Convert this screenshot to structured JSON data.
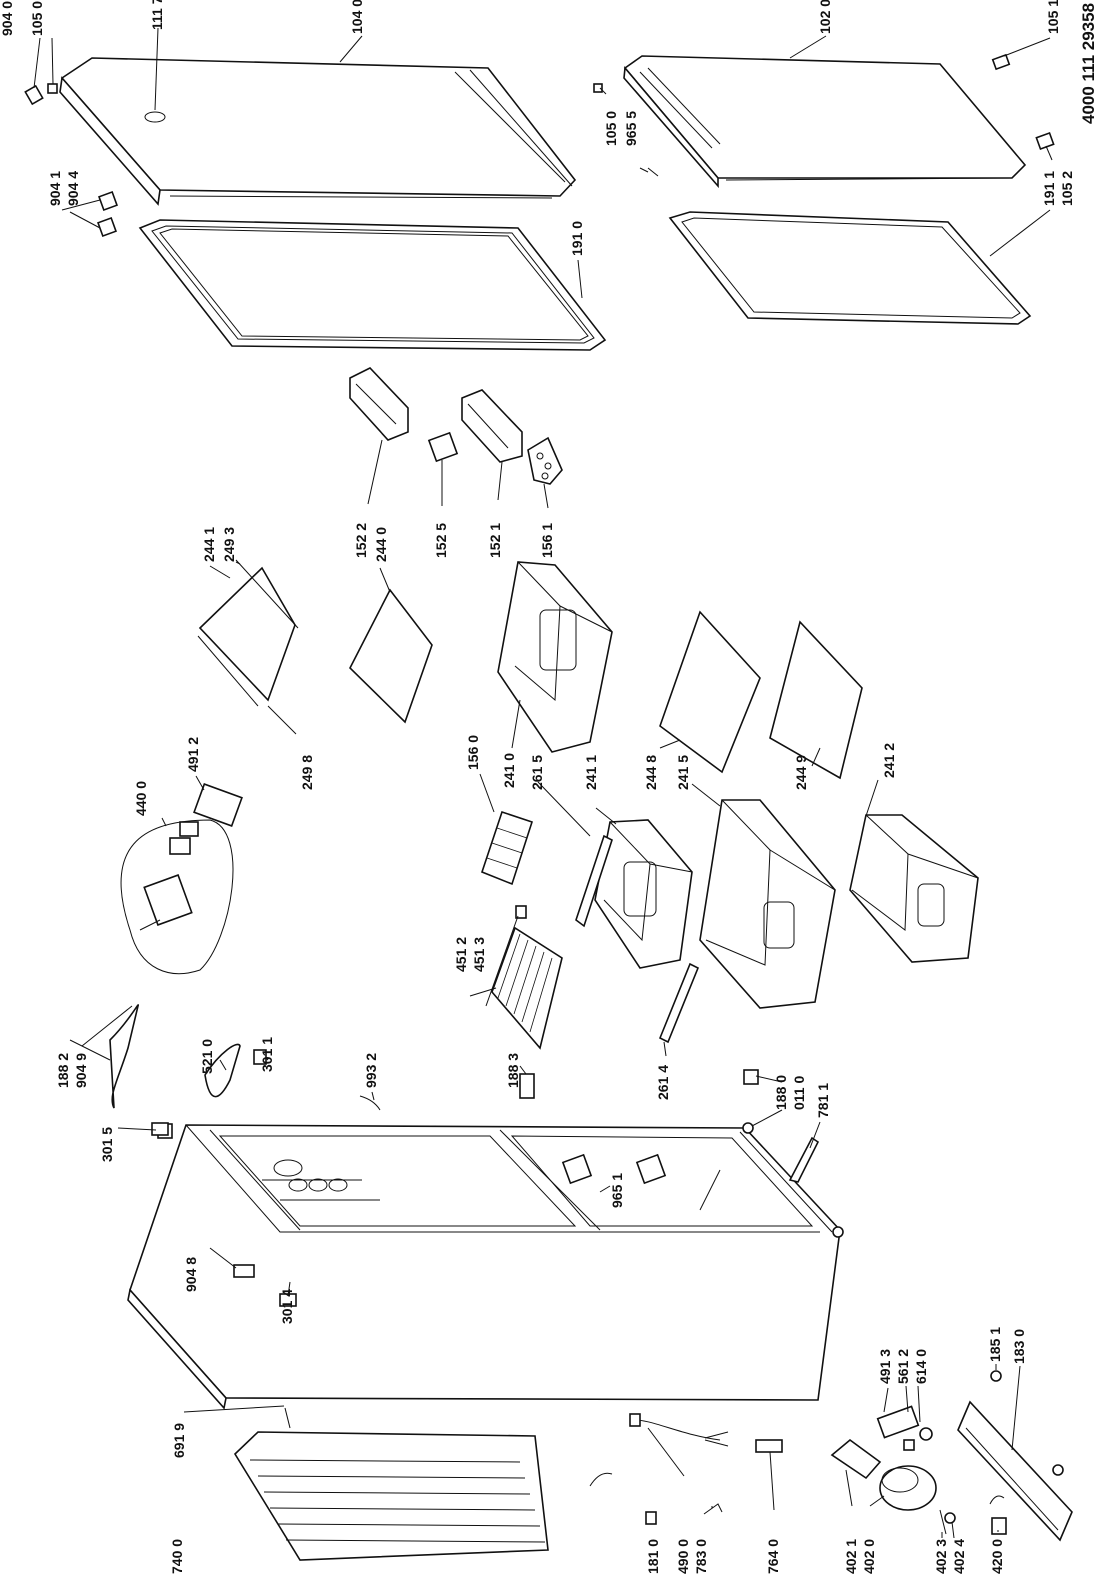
{
  "document_number": "4000 111 29358",
  "labels": [
    {
      "id": "p9040",
      "text": "904 0"
    },
    {
      "id": "p1050a",
      "text": "105 0"
    },
    {
      "id": "p1117",
      "text": "111 7"
    },
    {
      "id": "p1040",
      "text": "104 0"
    },
    {
      "id": "p1020",
      "text": "102 0"
    },
    {
      "id": "p1051",
      "text": "105 1"
    },
    {
      "id": "p1050b",
      "text": "105 0"
    },
    {
      "id": "p9655",
      "text": "965 5"
    },
    {
      "id": "p1911",
      "text": "191 1"
    },
    {
      "id": "p1052",
      "text": "105 2"
    },
    {
      "id": "p9041",
      "text": "904 1"
    },
    {
      "id": "p9044",
      "text": "904 4"
    },
    {
      "id": "p1910",
      "text": "191 0"
    },
    {
      "id": "p1522",
      "text": "152 2"
    },
    {
      "id": "p1525",
      "text": "152 5"
    },
    {
      "id": "p1521",
      "text": "152 1"
    },
    {
      "id": "p1561",
      "text": "156 1"
    },
    {
      "id": "p2441",
      "text": "244 1"
    },
    {
      "id": "p2493",
      "text": "249 3"
    },
    {
      "id": "p2440",
      "text": "244 0"
    },
    {
      "id": "p2498",
      "text": "249 8"
    },
    {
      "id": "p4400",
      "text": "440 0"
    },
    {
      "id": "p4912",
      "text": "491 2"
    },
    {
      "id": "p1560",
      "text": "156 0"
    },
    {
      "id": "p2410",
      "text": "241 0"
    },
    {
      "id": "p2615",
      "text": "261 5"
    },
    {
      "id": "p2411",
      "text": "241 1"
    },
    {
      "id": "p2448",
      "text": "244 8"
    },
    {
      "id": "p2415",
      "text": "241 5"
    },
    {
      "id": "p2449",
      "text": "244 9"
    },
    {
      "id": "p2412",
      "text": "241 2"
    },
    {
      "id": "p1882",
      "text": "188 2"
    },
    {
      "id": "p9049",
      "text": "904 9"
    },
    {
      "id": "p5210",
      "text": "521 0"
    },
    {
      "id": "p3011",
      "text": "301 1"
    },
    {
      "id": "p4512",
      "text": "451 2"
    },
    {
      "id": "p4513",
      "text": "451 3"
    },
    {
      "id": "p9932",
      "text": "993 2"
    },
    {
      "id": "p1883",
      "text": "188 3"
    },
    {
      "id": "p2614",
      "text": "261 4"
    },
    {
      "id": "p3015",
      "text": "301 5"
    },
    {
      "id": "p1880",
      "text": "188 0"
    },
    {
      "id": "p0110",
      "text": "011 0"
    },
    {
      "id": "p7811",
      "text": "781 1"
    },
    {
      "id": "p9651",
      "text": "965 1"
    },
    {
      "id": "p9048",
      "text": "904 8"
    },
    {
      "id": "p3014",
      "text": "301 4"
    },
    {
      "id": "p4913",
      "text": "491 3"
    },
    {
      "id": "p5612",
      "text": "561 2"
    },
    {
      "id": "p6140",
      "text": "614 0"
    },
    {
      "id": "p1851",
      "text": "185 1"
    },
    {
      "id": "p1830",
      "text": "183 0"
    },
    {
      "id": "p6919",
      "text": "691 9"
    },
    {
      "id": "p7400",
      "text": "740 0"
    },
    {
      "id": "p1810",
      "text": "181 0"
    },
    {
      "id": "p4900",
      "text": "490 0"
    },
    {
      "id": "p7830",
      "text": "783 0"
    },
    {
      "id": "p7640",
      "text": "764 0"
    },
    {
      "id": "p4021",
      "text": "402 1"
    },
    {
      "id": "p4020",
      "text": "402 0"
    },
    {
      "id": "p4023",
      "text": "402 3"
    },
    {
      "id": "p4024",
      "text": "402 4"
    },
    {
      "id": "p4200",
      "text": "420 0"
    }
  ]
}
